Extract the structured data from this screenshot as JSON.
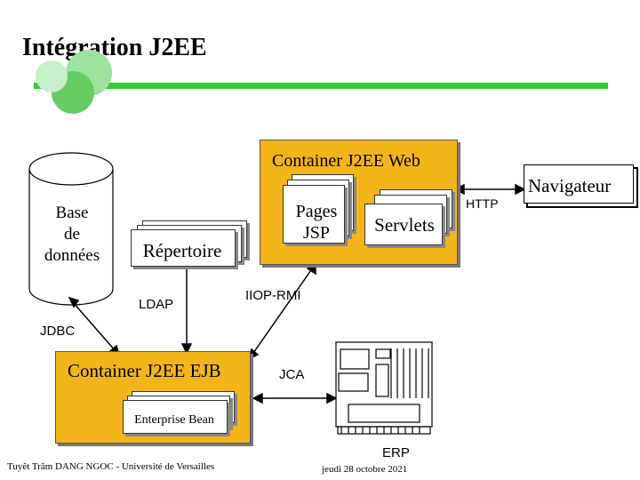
{
  "slide": {
    "title": "Intégration J2EE",
    "footer_author": "Tuyêt Trâm DANG NGOC - Université de Versailles",
    "footer_date": "jeudi 28 octobre 2021"
  },
  "diagram": {
    "database_label": "Base\nde\ndonnées",
    "web_container_label": "Container J2EE Web",
    "jsp_label": "Pages\nJSP",
    "servlets_label": "Servlets",
    "navigator_label": "Navigateur",
    "http_label": "HTTP",
    "repertoire_label": "Répertoire",
    "ldap_label": "LDAP",
    "iiop_label": "IIOP-RMI",
    "jdbc_label": "JDBC",
    "ejb_container_label": "Container J2EE EJB",
    "enterprise_bean_label": "Enterprise Bean",
    "jca_label": "JCA",
    "erp_label": "ERP"
  },
  "colors": {
    "container_fill": "#f2b61a",
    "title_bar_green": "#33cc33"
  }
}
